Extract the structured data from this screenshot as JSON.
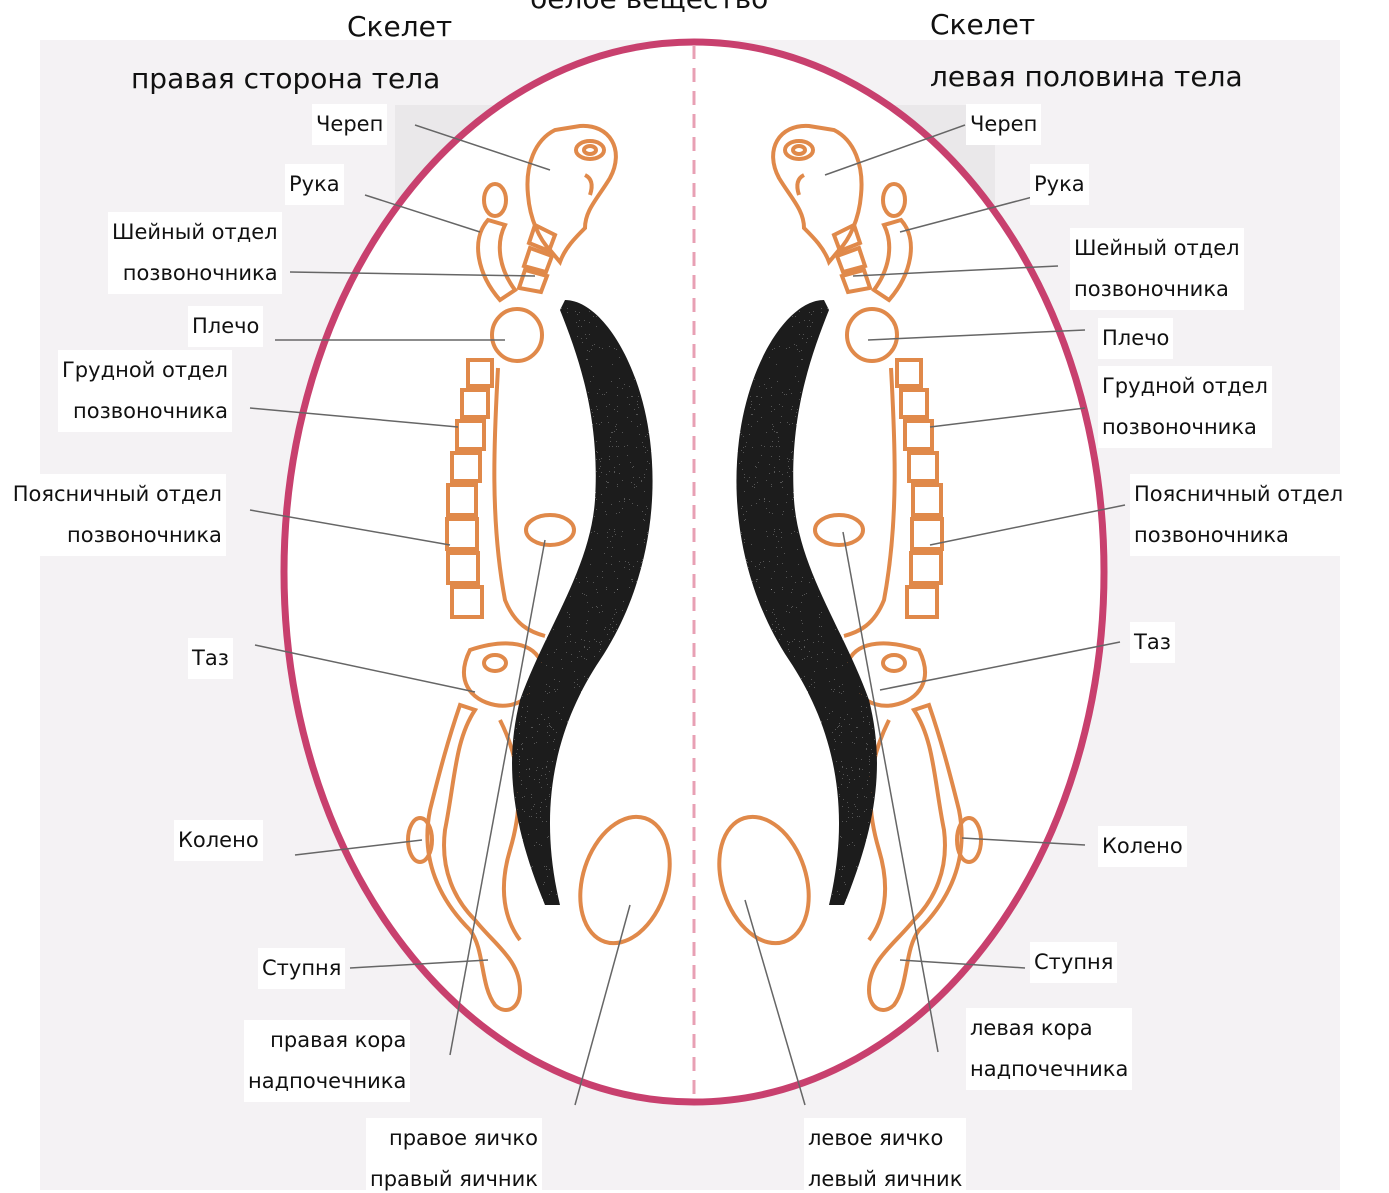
{
  "title": "белое вещество",
  "right_side": {
    "header_line1": "Скелет",
    "header_line2": "правая сторона тела",
    "labels": {
      "skull": "Череп",
      "arm": "Рука",
      "cervical_1": "Шейный отдел",
      "cervical_2": "позвоночника",
      "shoulder": "Плечо",
      "thoracic_1": "Грудной отдел",
      "thoracic_2": "позвоночника",
      "lumbar_1": "Поясничный отдел",
      "lumbar_2": "позвоночника",
      "pelvis": "Таз",
      "knee": "Колено",
      "foot": "Ступня",
      "adrenal_1": "правая кора",
      "adrenal_2": "надпочечника",
      "gonad_1": "правое яичко",
      "gonad_2": "правый яичник"
    }
  },
  "left_side": {
    "header_line1": "Скелет",
    "header_line2": "левая половина тела",
    "labels": {
      "skull": "Череп",
      "arm": "Рука",
      "cervical_1": "Шейный отдел",
      "cervical_2": "позвоночника",
      "shoulder": "Плечо",
      "thoracic_1": "Грудной отдел",
      "thoracic_2": "позвоночника",
      "lumbar_1": "Поясничный отдел",
      "lumbar_2": "позвоночника",
      "pelvis": "Таз",
      "knee": "Колено",
      "foot": "Ступня",
      "adrenal_1": "левая кора",
      "adrenal_2": "надпочечника",
      "gonad_1": "левое яичко",
      "gonad_2": "левый яичник"
    }
  },
  "colors": {
    "outline": "#c8406e",
    "skeleton": "#e0894a",
    "cortex": "#1a1a1a",
    "midline": "#e8a0b4",
    "leader": "#666666"
  }
}
